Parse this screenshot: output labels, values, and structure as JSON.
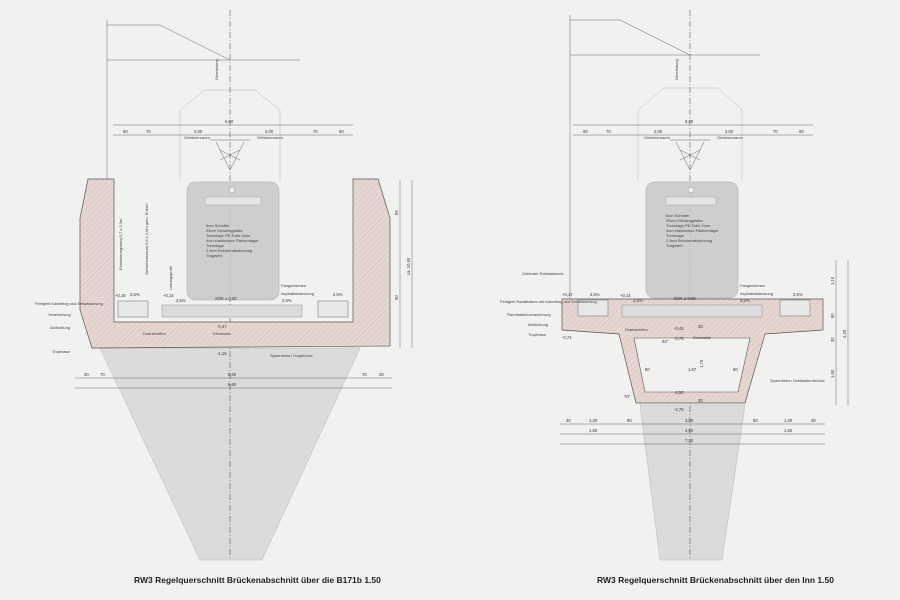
{
  "left_section": {
    "caption": "RW3 Regelquerschnitt Brückenabschnitt über die B171b  1.50",
    "overhead_label": "Oberleitung",
    "dims_top": [
      "60",
      "70",
      "2,00",
      "2,00",
      "70",
      "60"
    ],
    "dim_total_top": "6,60",
    "clearance": "Gefahrenraum",
    "layers": [
      "6cm Schotter",
      "25cm Gleistragplatte",
      "Trennlage PE-Folie 2mm",
      "4cm elastisches Flächenlager",
      "Trennlage",
      "2,5cm Brückenabdichtung",
      "Tragwerk"
    ],
    "labels_left": [
      "Fertigteil Kabeltrog und Entwässerung",
      "Verankerung",
      "Abdichtung",
      "Tropfnase"
    ],
    "labels_other": [
      "Fangschienen",
      "Asphaltabdeckung",
      "Drainstreifen",
      "Kiesmatte",
      "Spannbeton Trogbrücke",
      "Leitungsprofil",
      "Evakuierungsweg 0,7 x 2,0m",
      "Sicherheitsraum 0,6 x 2,0m gem. EnbaV"
    ],
    "levels": [
      "+0,16",
      "+0,14",
      "SOK ± 0,00",
      "-0,47",
      "-1,15"
    ],
    "slope": "2,5%",
    "dims_right": [
      "95",
      "90",
      "ca. 10,50"
    ],
    "dims_bottom": [
      "30",
      "70",
      "8,60",
      "70",
      "30"
    ],
    "dim_total_bottom": "8,60"
  },
  "right_section": {
    "caption": "RW3 Regelquerschnitt Brückenabschnitt über den Inn  1.50",
    "overhead_label": "Oberleitung",
    "dims_top": [
      "60",
      "70",
      "2,00",
      "2,00",
      "70",
      "60"
    ],
    "dim_total_top": "6,60",
    "clearance": "Gefahrenraum",
    "layers": [
      "6cm Schotter",
      "25cm Gleistragplatte",
      "Trennlage PE-Folie 2mm",
      "4cm elastisches Flächenlager",
      "Trennlage",
      "2,5cm Brückenabdichtung",
      "Tragwerk"
    ],
    "labels_left": [
      "Geländer Edelstahlnetz",
      "Fertigteil Randbalken mit Kabeltrog und Entwässerung",
      "Randbalkenverankerung",
      "Abdichtung",
      "Tropfnase"
    ],
    "labels_other": [
      "Fangschienen",
      "Asphaltabdeckung",
      "Drainstreifen",
      "Kiesmatte",
      "Spannbeton Hohlkastenbrücke"
    ],
    "levels": [
      "+0,17",
      "+0,14",
      "SOK ± 0,00",
      "-0,74",
      "-0,45",
      "-0,75",
      "-2,50",
      "-2,75"
    ],
    "slope": "2,5%",
    "dims_right": [
      "1,10",
      "90",
      "30",
      "1,50",
      "4,20"
    ],
    "dims_inner": [
      "80",
      "1,67",
      "80",
      "30",
      "30",
      "1,75",
      "32°",
      "70°"
    ],
    "dims_bottom": [
      "30",
      "1,30",
      "80",
      "3,00",
      "80",
      "1,30",
      "30"
    ],
    "dims_bottom2": [
      "1,60",
      "4,60",
      "1,60"
    ],
    "dim_total_bottom": "7,20"
  }
}
